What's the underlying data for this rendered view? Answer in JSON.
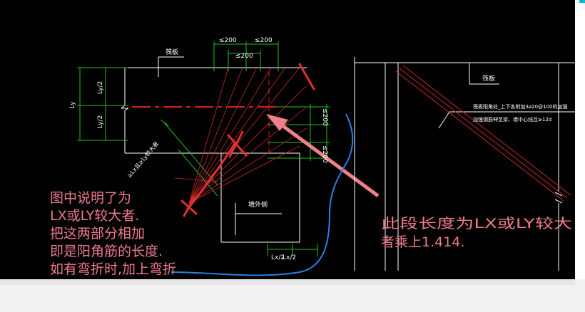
{
  "drawing": {
    "dims": {
      "s200_a": "≤200",
      "s200_b": "≤200",
      "s200_c": "≤200",
      "s200_d": "≤200",
      "s200_e": "≤200",
      "ly": "Ly",
      "ly_half_top": "Ly/2",
      "ly_half_bottom": "Ly/2",
      "lx_half_left": "Lx/2",
      "lx_half_right": "Lx/2"
    },
    "labels": {
      "raft_left": "筏板",
      "raft_right": "筏板",
      "diag_label": "≥Lx且≥Ly较大者",
      "wall_side": "墙外侧",
      "note_line1": "筏板阳角处_上下各附加3⌀20@100的加强",
      "note_line2": "加强钢筋伸至梁、墙中心线且≥12d"
    },
    "annotation_left": [
      "图中说明了为",
      "LX或LY较大者.",
      "把这两部分相加",
      "即是阳角筋的长度.",
      "如有弯折时,加上弯折"
    ],
    "annotation_right": [
      "此段长度为LX或LY较大",
      "者乘上1.414."
    ]
  }
}
